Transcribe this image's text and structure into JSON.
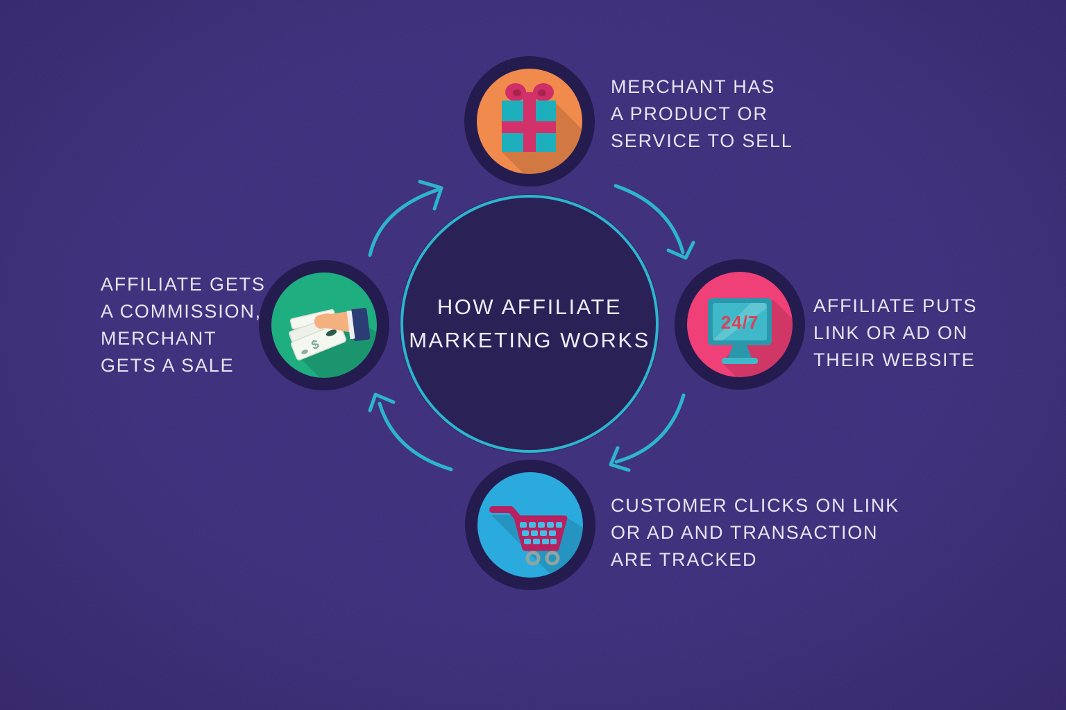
{
  "colors": {
    "bg": "#3d2e7c",
    "bg-edge": "#332569",
    "ring": "#241c4f",
    "center-fill": "#2a2257",
    "accent": "#2db5ce",
    "text": "#e8e4f3",
    "node-orange": "#f08a4d",
    "node-pink": "#ef4077",
    "node-blue": "#2baade",
    "node-green": "#1fae80"
  },
  "center": {
    "title_lines": [
      "HOW AFFILIATE",
      "MARKETING WORKS"
    ]
  },
  "nodes": [
    {
      "id": "merchant",
      "position": "top",
      "icon": "gift-icon",
      "color": "#f08a4d",
      "label_lines": [
        "MERCHANT HAS",
        "A PRODUCT OR",
        "SERVICE TO SELL"
      ]
    },
    {
      "id": "affiliate-website",
      "position": "right",
      "icon": "monitor-icon",
      "icon_text": "24/7",
      "color": "#ef4077",
      "label_lines": [
        "AFFILIATE PUTS",
        "LINK OR AD ON",
        "THEIR WEBSITE"
      ]
    },
    {
      "id": "customer",
      "position": "bottom",
      "icon": "shopping-cart-icon",
      "color": "#2baade",
      "label_lines": [
        "CUSTOMER CLICKS ON LINK",
        "OR AD AND TRANSACTION",
        "ARE TRACKED"
      ]
    },
    {
      "id": "commission",
      "position": "left",
      "icon": "money-hand-icon",
      "color": "#1fae80",
      "label_lines": [
        "AFFILIATE GETS",
        "A COMMISSION,",
        "MERCHANT",
        "GETS A SALE"
      ]
    }
  ],
  "arrows": {
    "color": "#2db5ce",
    "direction": "clockwise",
    "count": 4
  }
}
